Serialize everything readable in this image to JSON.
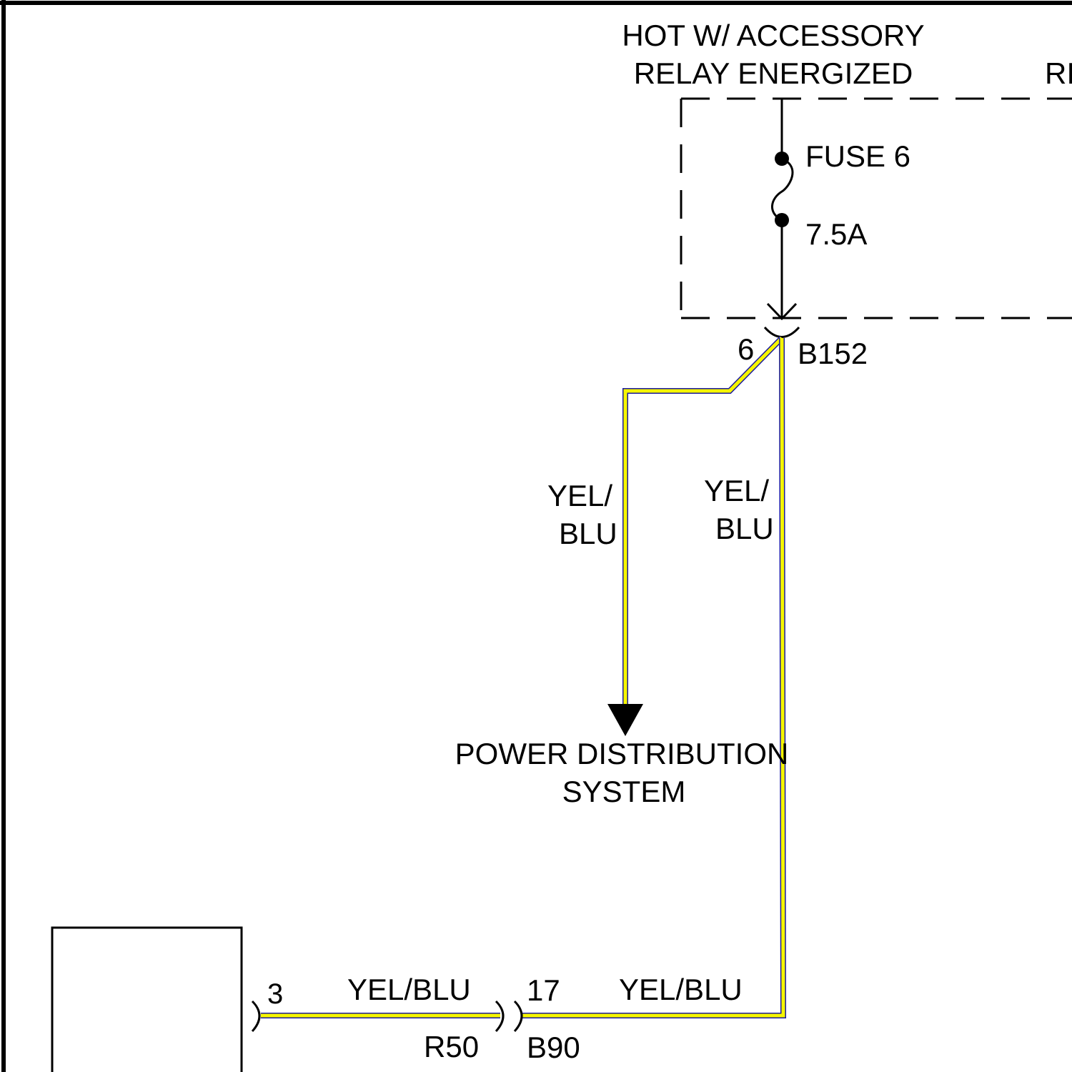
{
  "colors": {
    "wire_fill": "#f5f500",
    "wire_trace": "#1a1aa0",
    "ink": "#000000",
    "background": "#ffffff"
  },
  "fuse_box": {
    "title_line1": "HOT W/ ACCESSORY",
    "title_line2": "RELAY ENERGIZED",
    "adjacent_label_fragment": "RI",
    "fuse_name": "FUSE 6",
    "fuse_rating": "7.5A"
  },
  "connectors": {
    "b152": {
      "id": "B152",
      "pin": "6"
    },
    "b90": {
      "id": "B90",
      "pin": "17"
    },
    "r50": {
      "id": "R50",
      "pin": "3"
    }
  },
  "wires": {
    "branch_left": {
      "color_line1": "YEL/",
      "color_line2": "BLU"
    },
    "branch_right": {
      "color_line1": "YEL/",
      "color_line2": "BLU"
    },
    "bottom_right": {
      "color": "YEL/BLU"
    },
    "bottom_left": {
      "color": "YEL/BLU"
    }
  },
  "destination": {
    "line1": "POWER DISTRIBUTION",
    "line2": "SYSTEM"
  }
}
